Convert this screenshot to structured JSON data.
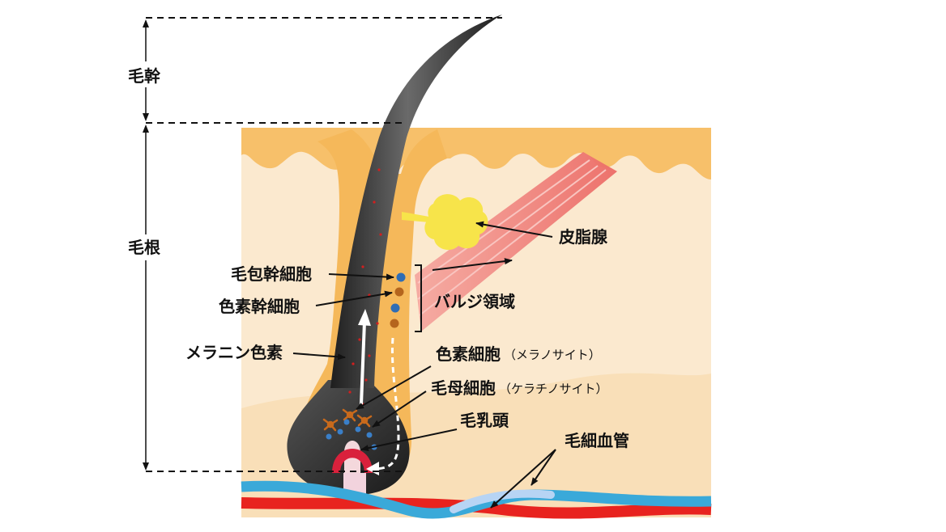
{
  "labels": {
    "hair_shaft": "毛幹",
    "hair_root": "毛根",
    "sebaceous_gland": "皮脂腺",
    "follicle_stem_cell": "毛包幹細胞",
    "pigment_stem_cell": "色素幹細胞",
    "bulge_region": "バルジ領域",
    "melanin": "メラニン色素",
    "melanocyte": "色素細胞",
    "melanocyte_paren": "（メラノサイト）",
    "matrix_cell": "毛母細胞",
    "matrix_cell_paren": "（ケラチノサイト）",
    "dermal_papilla": "毛乳頭",
    "capillary": "毛細血管"
  },
  "colors": {
    "epidermis": "#f7c06a",
    "dermis": "#fbe9cf",
    "subcutis": "#f9dfb8",
    "follicle": "#f5b85a",
    "hair": "#3a3a3a",
    "sebaceous": "#f7e44a",
    "muscle": "#f08a84",
    "artery": "#e8231f",
    "vein": "#3aa9d9",
    "follicle_stem_dot": "#2f6db5",
    "pigment_stem_dot": "#b5651d",
    "melanin_dot": "#d21f1f"
  }
}
